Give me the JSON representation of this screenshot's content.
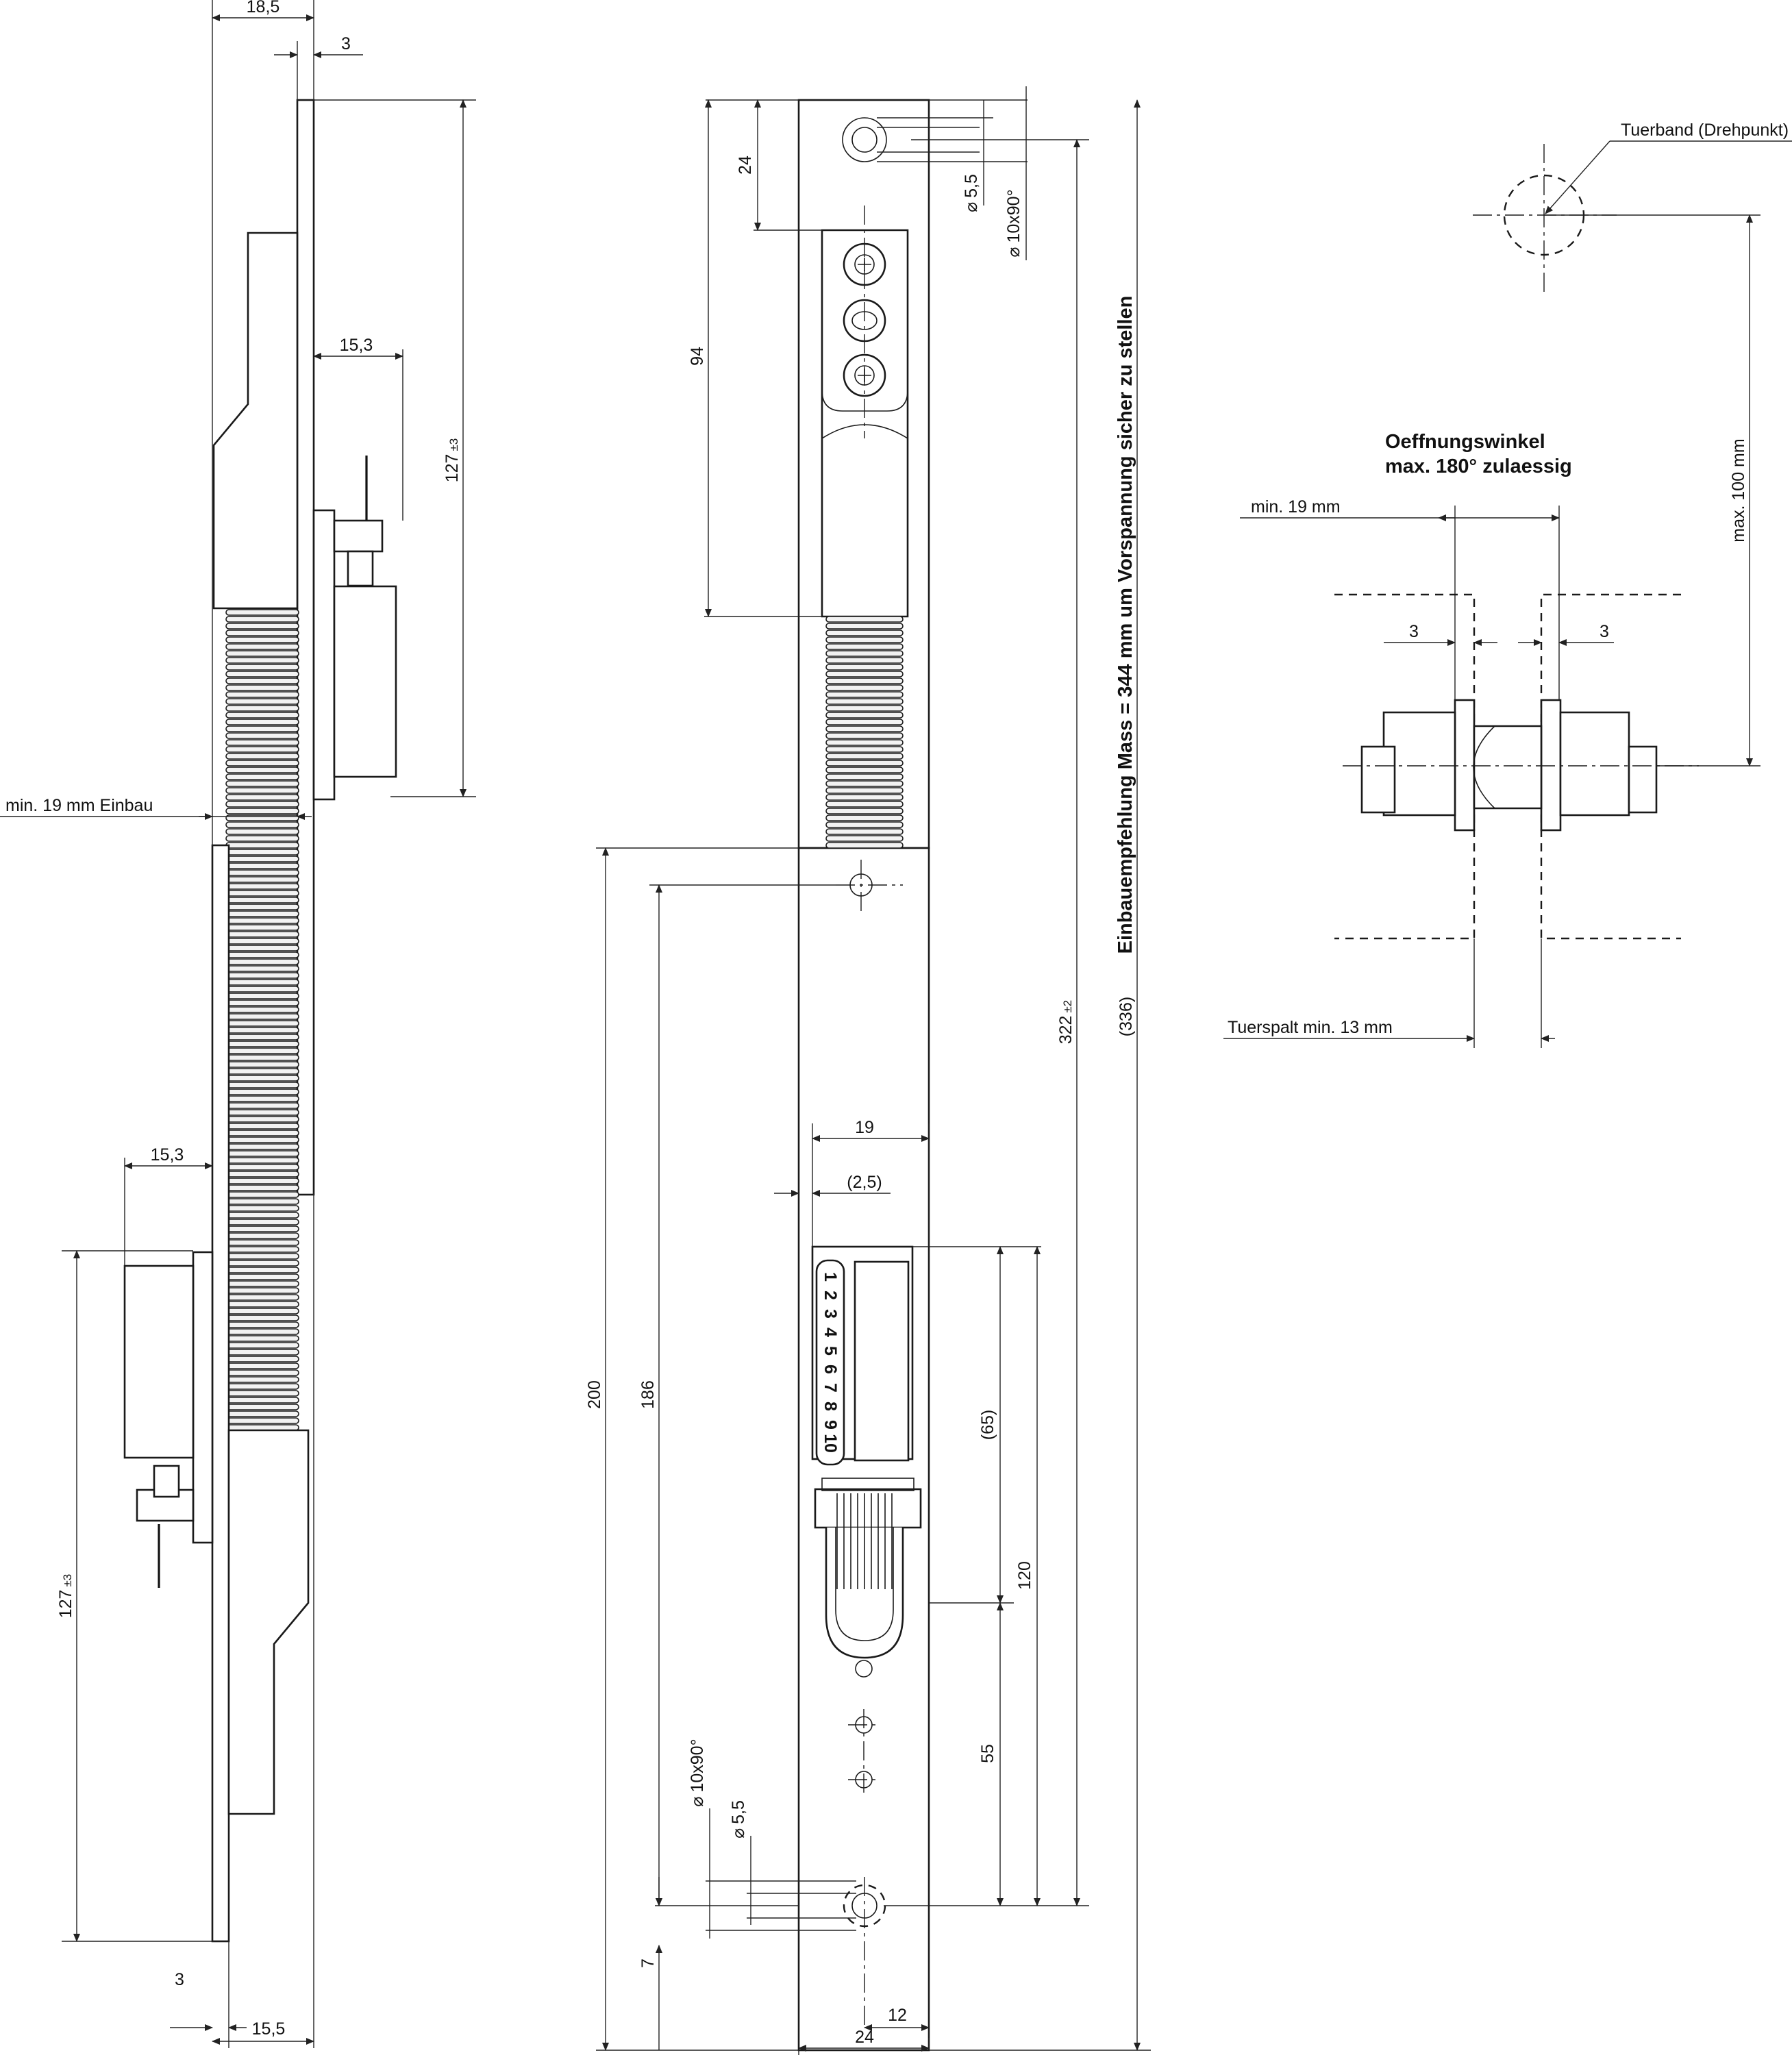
{
  "side_view": {
    "width_top": "18,5",
    "offset_top": "3",
    "offset_upper": "15,3",
    "height_upper": "127",
    "tolerance_upper": "±3",
    "mount_label": "min. 19 mm Einbau",
    "offset_lower": "15,3",
    "height_lower": "127",
    "tolerance_lower": "±3",
    "offset_bottom": "3",
    "width_bottom": "15,5"
  },
  "front_view": {
    "dim_top_hole": "24",
    "dim_hole_diameter": "5,5",
    "dim_countersink": "10x90°",
    "diameter_symbol": "⌀",
    "dim_housing": "94",
    "dim_total": "322",
    "tolerance_total": "±2",
    "dim_reference": "(336)",
    "install_note": "Einbauempfehlung Mass = 344 mm um Vorspannung sicher zu stellen",
    "dim_lower_plate": "200",
    "dim_lower_hole": "186",
    "dim_terminal_width": "19",
    "dim_terminal_offset": "(2,5)",
    "terminal_numbers": [
      "1",
      "2",
      "3",
      "4",
      "5",
      "6",
      "7",
      "8",
      "9",
      "10"
    ],
    "dim_terminal_height": "(65)",
    "dim_connector": "120",
    "dim_holes": "55",
    "dim_bottom_countersink": "10x90°",
    "dim_bottom_hole_diameter": "5,5",
    "dim_bottom_edge": "7",
    "dim_hole_offset": "12",
    "dim_plate_width": "24"
  },
  "door_view": {
    "hinge_label": "Tuerband (Drehpunkt)",
    "angle_title_1": "Oeffnungswinkel",
    "angle_title_2": "max. 180° zulaessig",
    "min_width": "min. 19 mm",
    "max_distance": "max. 100 mm",
    "dim_left": "3",
    "dim_right": "3",
    "gap_label": "Tuerspalt min. 13 mm"
  }
}
